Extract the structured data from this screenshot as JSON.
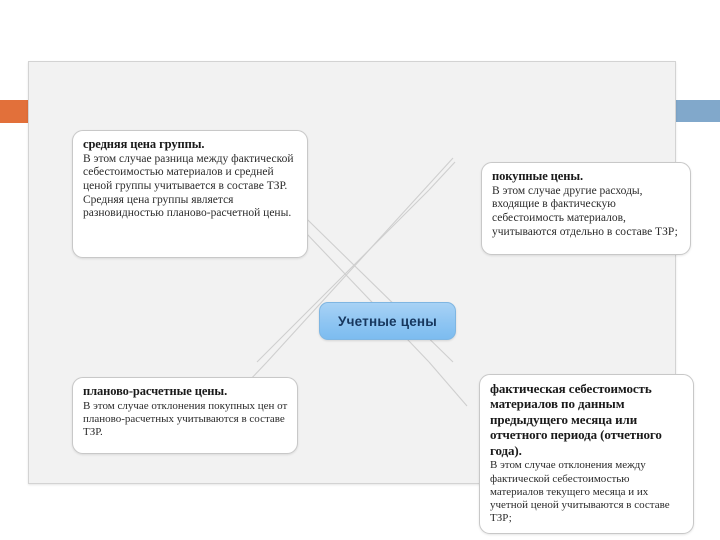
{
  "slide": {
    "background_color": "#ffffff",
    "panel_color": "#f2f2f2",
    "accent_left_color": "#e2703a",
    "accent_right_color": "#81a8cb"
  },
  "diagram": {
    "type": "mind-map",
    "center": {
      "label": "Учетные цены",
      "fill_color": "#8ec5f2",
      "text_color": "#17375e"
    },
    "connector_color": "#cfcfcf",
    "nodes": [
      {
        "id": "average-group-price",
        "position": "top-left",
        "title": "средняя цена группы.",
        "body": "В этом случае разница между фактической себестоимостью материалов и средней ценой группы учитывается в составе ТЗР. Средняя цена группы является разновидностью планово-расчетной цены."
      },
      {
        "id": "purchase-prices",
        "position": "top-right",
        "title": "покупные цены.",
        "body": "В этом случае другие расходы, входящие в фактическую себестоимость материалов, учитываются отдельно в составе ТЗР;"
      },
      {
        "id": "planned-settlement-prices",
        "position": "bottom-left",
        "title": "планово-расчетные цены.",
        "body": "В этом случае отклонения покупных цен от планово-расчетных учитываются в составе ТЗР."
      },
      {
        "id": "actual-cost",
        "position": "bottom-right",
        "title": "фактическая себестоимость материалов по данным предыдущего месяца или отчетного периода (отчетного года).",
        "body": "В этом случае отклонения между фактической себестоимостью материалов текущего месяца и их учетной ценой учитываются в составе ТЗР;"
      }
    ]
  }
}
